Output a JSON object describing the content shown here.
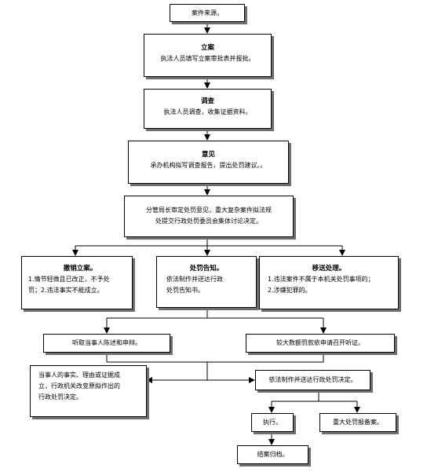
{
  "nodes": {
    "source": {
      "text": "案件来源。"
    },
    "filing": {
      "title": "立案",
      "body": "执法人员填写立案审批表并报批。"
    },
    "investigation": {
      "title": "调查",
      "body": "执法人员调查，收集证据资料。"
    },
    "opinion": {
      "title": "意见",
      "body": "承办机构拟写调查报告，提出处罚建议。。"
    },
    "review": {
      "line1": "分管局长审定处罚意见，重大复杂案件拟法规",
      "line2": "处提交行政处罚委员会集体讨论决定。"
    },
    "cancel": {
      "title": "撤销立案。",
      "line1": "1.情节轻微且已改正，不予处",
      "line2": "罚；2.违法事实不能成立。"
    },
    "notice": {
      "title": "处罚告知。",
      "line1": "依法制作并送达行政",
      "line2": "处罚告知书。"
    },
    "transfer": {
      "title": "移送处理。",
      "line1": "1.违法案件不属于本机关处罚事项的；",
      "line2": "2.涉嫌犯罪的。"
    },
    "hearing_statement": {
      "text": "听取当事人陈述和申辩。"
    },
    "hearing_request": {
      "text": "较大数额罚款依申请召开听证。"
    },
    "facts": {
      "line1": "当事人的事实、理由或证据成",
      "line2": "立，行政机关改变原拟作出的",
      "line3": "行政处罚决定。"
    },
    "decision": {
      "text": "依法制作并送达行政处罚决定。"
    },
    "execute": {
      "text": "执行。"
    },
    "report": {
      "text": "重大处罚报备案。"
    },
    "close": {
      "text": "结案归档。"
    }
  }
}
